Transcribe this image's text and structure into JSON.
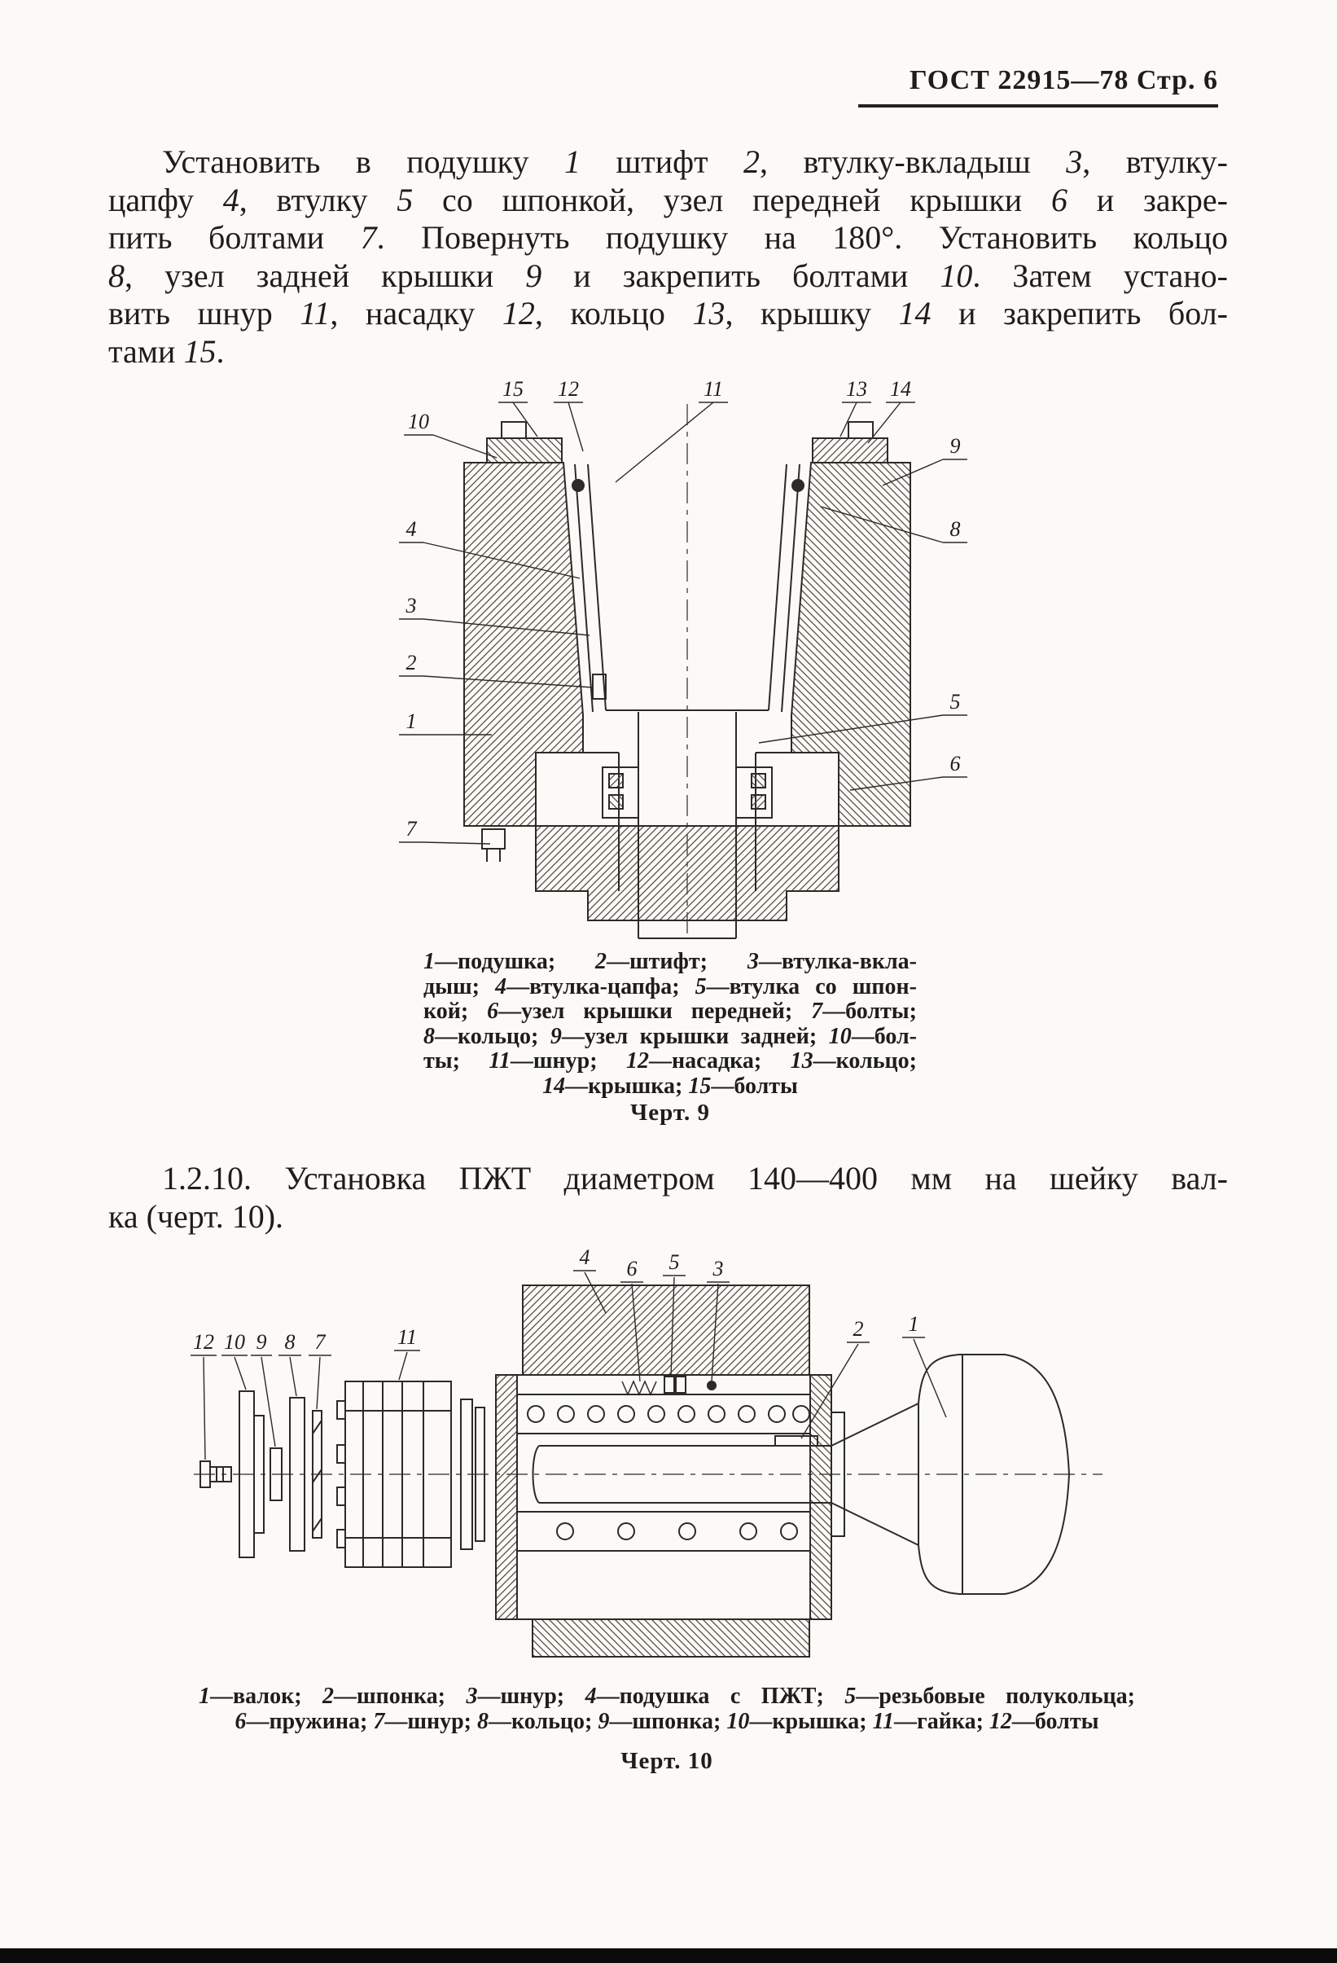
{
  "header": {
    "title": "ГОСТ 22915—78 Стр. 6"
  },
  "intro": {
    "lines": [
      "Установить в подушку 1 штифт 2, втулку-вкладыш 3, втулку-",
      "цапфу 4, втулку 5 со шпонкой, узел передней крышки 6 и закре-",
      "пить болтами 7. Повернуть подушку на 180°. Установить кольцо",
      "8, узел задней крышки 9 и закрепить болтами 10. Затем устано-",
      "вить шнур 11, насадку 12, кольцо 13, крышку 14 и закрепить бол-",
      "тами 15."
    ]
  },
  "figure9": {
    "callouts": [
      "15",
      "12",
      "11",
      "13",
      "14",
      "10",
      "9",
      "4",
      "8",
      "3",
      "2",
      "5",
      "1",
      "6",
      "7"
    ],
    "caption_lines": [
      "1—подушка; 2—штифт; 3—втулка-вкла-",
      "дыш; 4—втулка-цапфа; 5—втулка со шпон-",
      "кой; 6—узел крышки передней; 7—болты;",
      "8—кольцо; 9—узел крышки задней; 10—бол-",
      "ты; 11—шнур; 12—насадка; 13—кольцо;",
      "14—крышка; 15—болты"
    ],
    "label": "Черт. 9"
  },
  "section": {
    "lines": [
      "1.2.10. Установка ПЖТ диаметром 140—400 мм на шейку вал-",
      "ка (черт. 10)."
    ]
  },
  "figure10": {
    "callouts": [
      "12",
      "10",
      "9",
      "8",
      "7",
      "11",
      "4",
      "6",
      "5",
      "3",
      "2",
      "1"
    ],
    "caption_lines": [
      "1—валок; 2—шпонка; 3—шнур; 4—подушка с ПЖТ; 5—резьбовые полукольца;",
      "6—пружина; 7—шнур; 8—кольцо; 9—шпонка; 10—крышка; 11—гайка; 12—болты"
    ],
    "label": "Черт. 10"
  }
}
